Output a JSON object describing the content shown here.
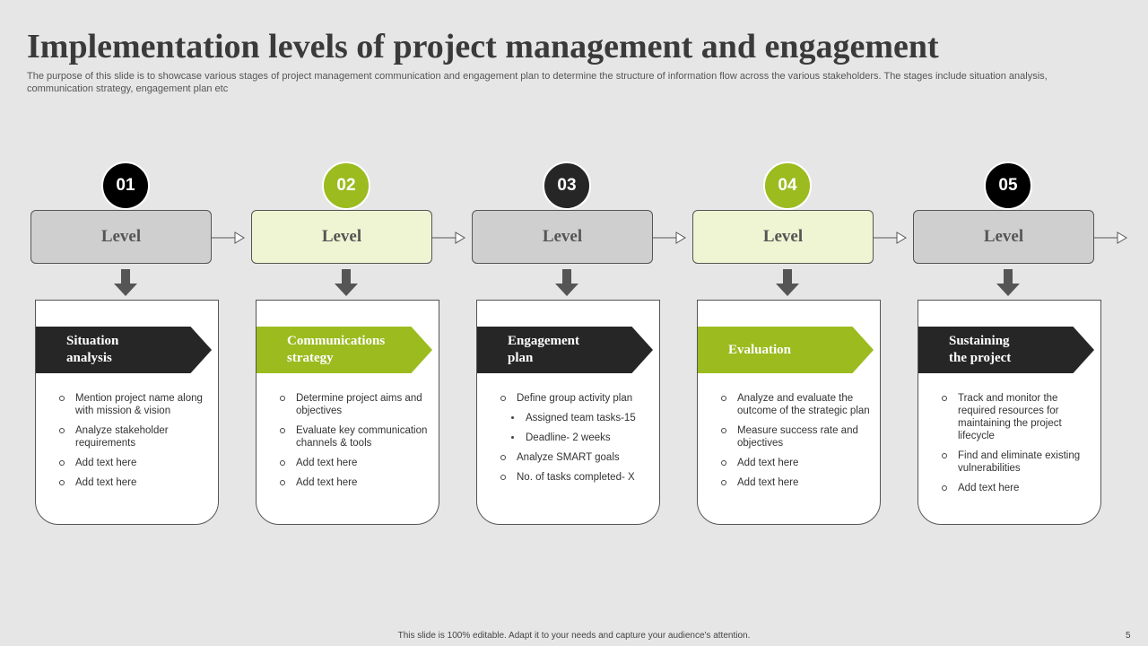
{
  "title": "Implementation levels of project management and engagement",
  "subtitle": "The purpose of this slide is to showcase various stages of project management communication and engagement plan to determine the structure of information flow across the various stakeholders. The stages include situation analysis, communication strategy, engagement plan etc",
  "colors": {
    "accent_green": "#9bbb1f",
    "dark": "#262626",
    "black": "#000000",
    "level_grey": "#cfcfcf",
    "level_light": "#eff5d2"
  },
  "stages": [
    {
      "number": "01",
      "level": "Level",
      "heading_line1": "Situation",
      "heading_line2": "analysis",
      "items": [
        {
          "text": "Mention project name along with mission & vision"
        },
        {
          "text": "Analyze  stakeholder requirements"
        },
        {
          "text": "Add text here"
        },
        {
          "text": "Add text here"
        }
      ]
    },
    {
      "number": "02",
      "level": "Level",
      "heading_line1": "Communications",
      "heading_line2": "strategy",
      "items": [
        {
          "text": "Determine project aims and objectives"
        },
        {
          "text": "Evaluate key communication channels & tools"
        },
        {
          "text": "Add text here"
        },
        {
          "text": "Add text here"
        }
      ]
    },
    {
      "number": "03",
      "level": "Level",
      "heading_line1": "Engagement",
      "heading_line2": "plan",
      "items": [
        {
          "text": "Define group activity  plan"
        },
        {
          "text": "Assigned team tasks-15"
        },
        {
          "text": "Deadline- 2 weeks"
        },
        {
          "text": "Analyze  SMART  goals"
        },
        {
          "text": "No. of tasks completed- X"
        }
      ]
    },
    {
      "number": "04",
      "level": "Level",
      "heading_line1": "Evaluation",
      "heading_line2": "",
      "items": [
        {
          "text": "Analyze  and evaluate the outcome of the strategic plan"
        },
        {
          "text": "Measure success rate and objectives"
        },
        {
          "text": "Add text here"
        },
        {
          "text": "Add text here"
        }
      ]
    },
    {
      "number": "05",
      "level": "Level",
      "heading_line1": "Sustaining",
      "heading_line2": "the project",
      "items": [
        {
          "text": "Track and monitor the required resources for maintaining the project lifecycle"
        },
        {
          "text": "Find and eliminate existing vulnerabilities"
        },
        {
          "text": "Add text here"
        }
      ]
    }
  ],
  "footer": "This slide is 100% editable.  Adapt it to your needs and capture your audience's attention.",
  "page_number": "5"
}
